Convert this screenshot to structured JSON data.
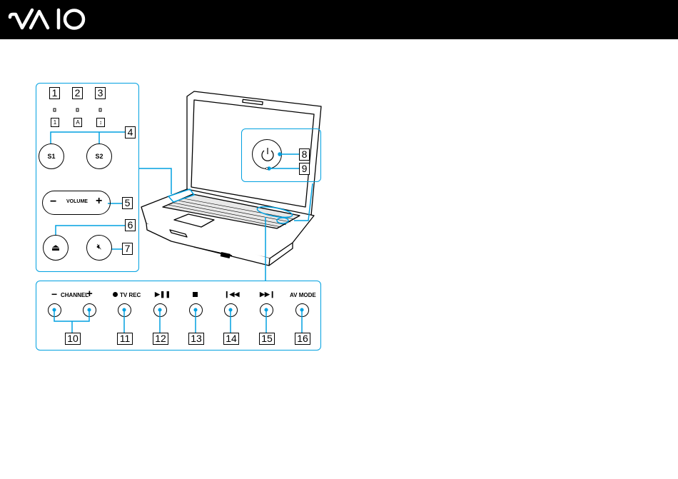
{
  "header": {
    "brand": "VAIO",
    "background": "#000000",
    "logo_color": "#ffffff"
  },
  "colors": {
    "leader": "#00a0e0"
  },
  "indicators": [
    {
      "num": "1",
      "icon": "num-lock-icon"
    },
    {
      "num": "2",
      "icon": "caps-lock-icon"
    },
    {
      "num": "3",
      "icon": "scroll-lock-icon"
    }
  ],
  "left_panel": {
    "s_buttons": {
      "num": "4",
      "s1": "S1",
      "s2": "S2"
    },
    "volume": {
      "num": "5",
      "minus": "−",
      "label": "VOLUME",
      "plus": "+"
    },
    "eject": {
      "num": "6",
      "icon": "eject-icon"
    },
    "mute": {
      "num": "7",
      "icon": "mute-icon"
    }
  },
  "power_panel": {
    "power": {
      "num": "8",
      "icon": "power-icon"
    },
    "indicator": {
      "num": "9"
    }
  },
  "av_panel": {
    "channel_label": "CHANNEL",
    "channel_minus": "−",
    "channel_plus": "+",
    "channel_num": "10",
    "buttons": [
      {
        "label": "TV REC",
        "num": "11",
        "icon": "record-icon"
      },
      {
        "label": "",
        "num": "12",
        "icon": "play-pause-icon"
      },
      {
        "label": "",
        "num": "13",
        "icon": "stop-icon"
      },
      {
        "label": "",
        "num": "14",
        "icon": "previous-track-icon"
      },
      {
        "label": "",
        "num": "15",
        "icon": "next-track-icon"
      },
      {
        "label": "AV MODE",
        "num": "16",
        "icon": ""
      }
    ]
  }
}
